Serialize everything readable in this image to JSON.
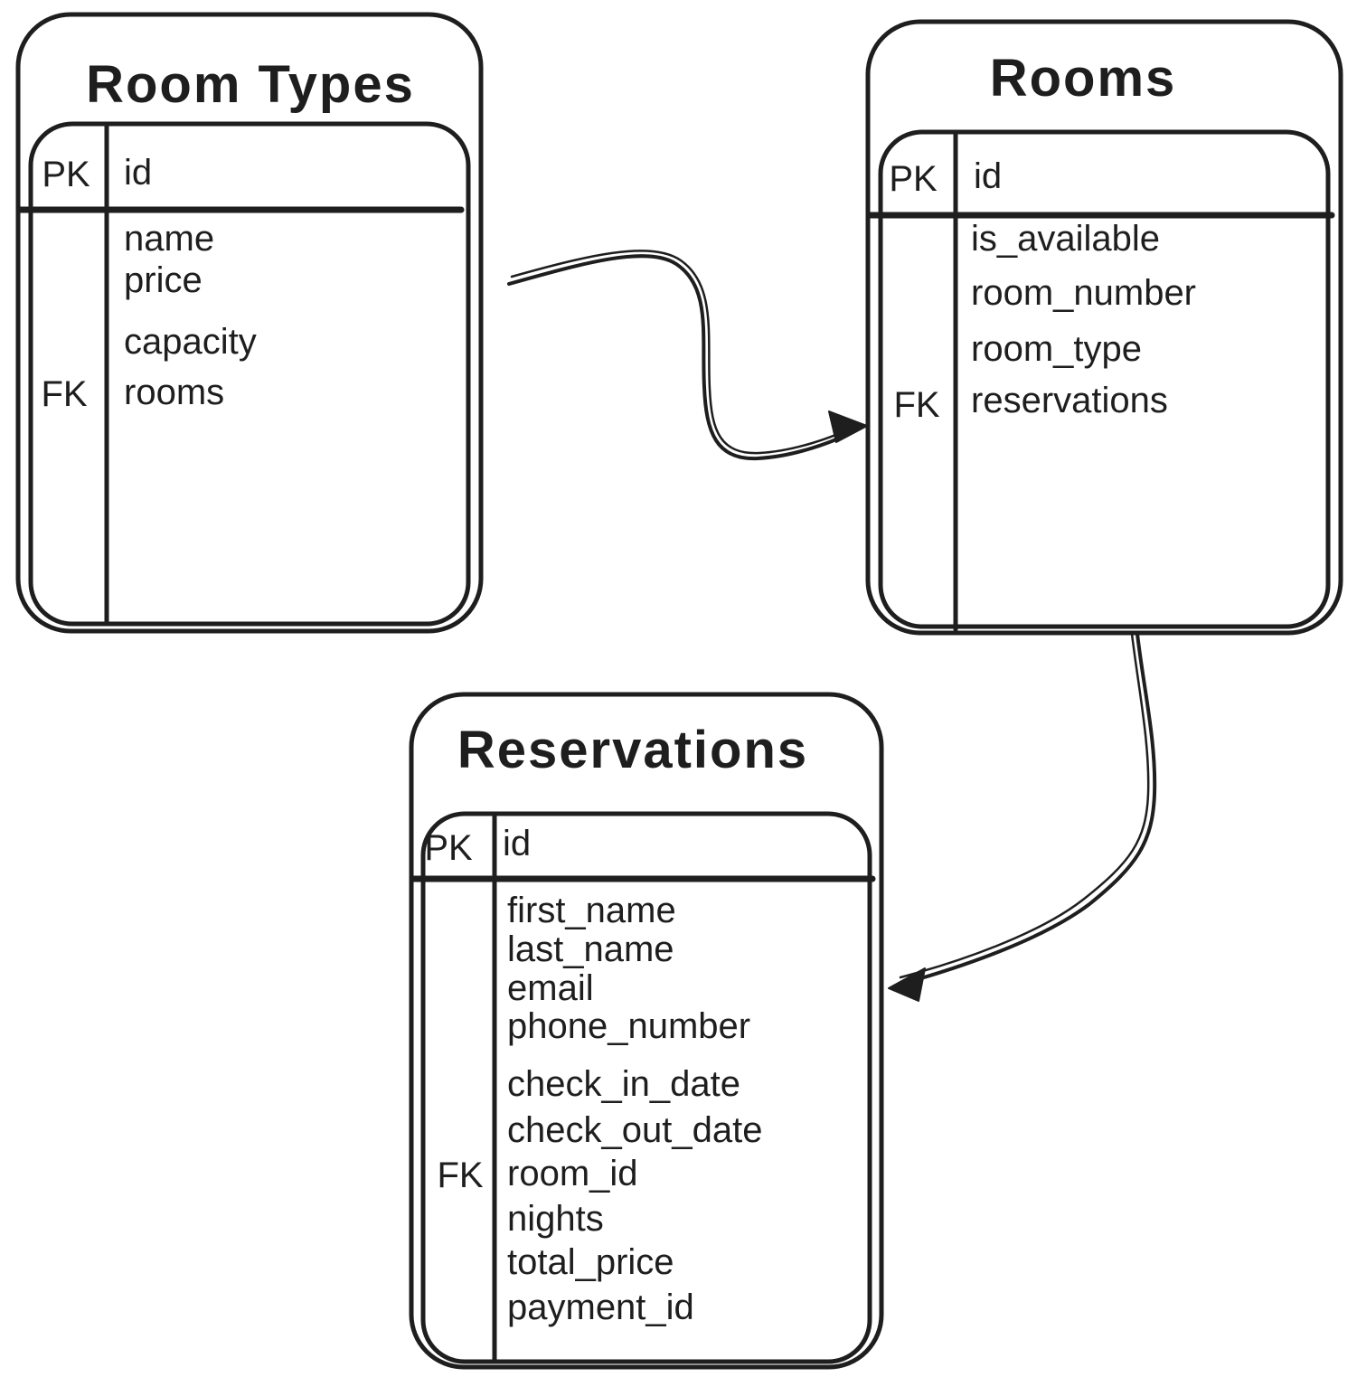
{
  "diagram": {
    "type": "entity-relationship",
    "background_color": "#ffffff",
    "stroke_color": "#1e1e1e",
    "tables": [
      {
        "title": "Room Types",
        "primary_key": {
          "label": "PK",
          "field": "id"
        },
        "foreign_key_label": "FK",
        "foreign_key_field": "rooms",
        "fields": [
          "name",
          "price",
          "capacity",
          "rooms"
        ]
      },
      {
        "title": "Rooms",
        "primary_key": {
          "label": "PK",
          "field": "id"
        },
        "foreign_key_label": "FK",
        "foreign_key_field": "reservations",
        "fields": [
          "is_available",
          "room_number",
          "room_type",
          "reservations"
        ]
      },
      {
        "title": "Reservations",
        "primary_key": {
          "label": "PK",
          "field": "id"
        },
        "foreign_key_label": "FK",
        "foreign_key_field": "room_id",
        "fields": [
          "first_name",
          "last_name",
          "email",
          "phone_number",
          "check_in_date",
          "check_out_date",
          "room_id",
          "nights",
          "total_price",
          "payment_id"
        ]
      }
    ],
    "relations": [
      {
        "from": "Room Types",
        "to": "Rooms"
      },
      {
        "from": "Rooms",
        "to": "Reservations"
      }
    ]
  }
}
